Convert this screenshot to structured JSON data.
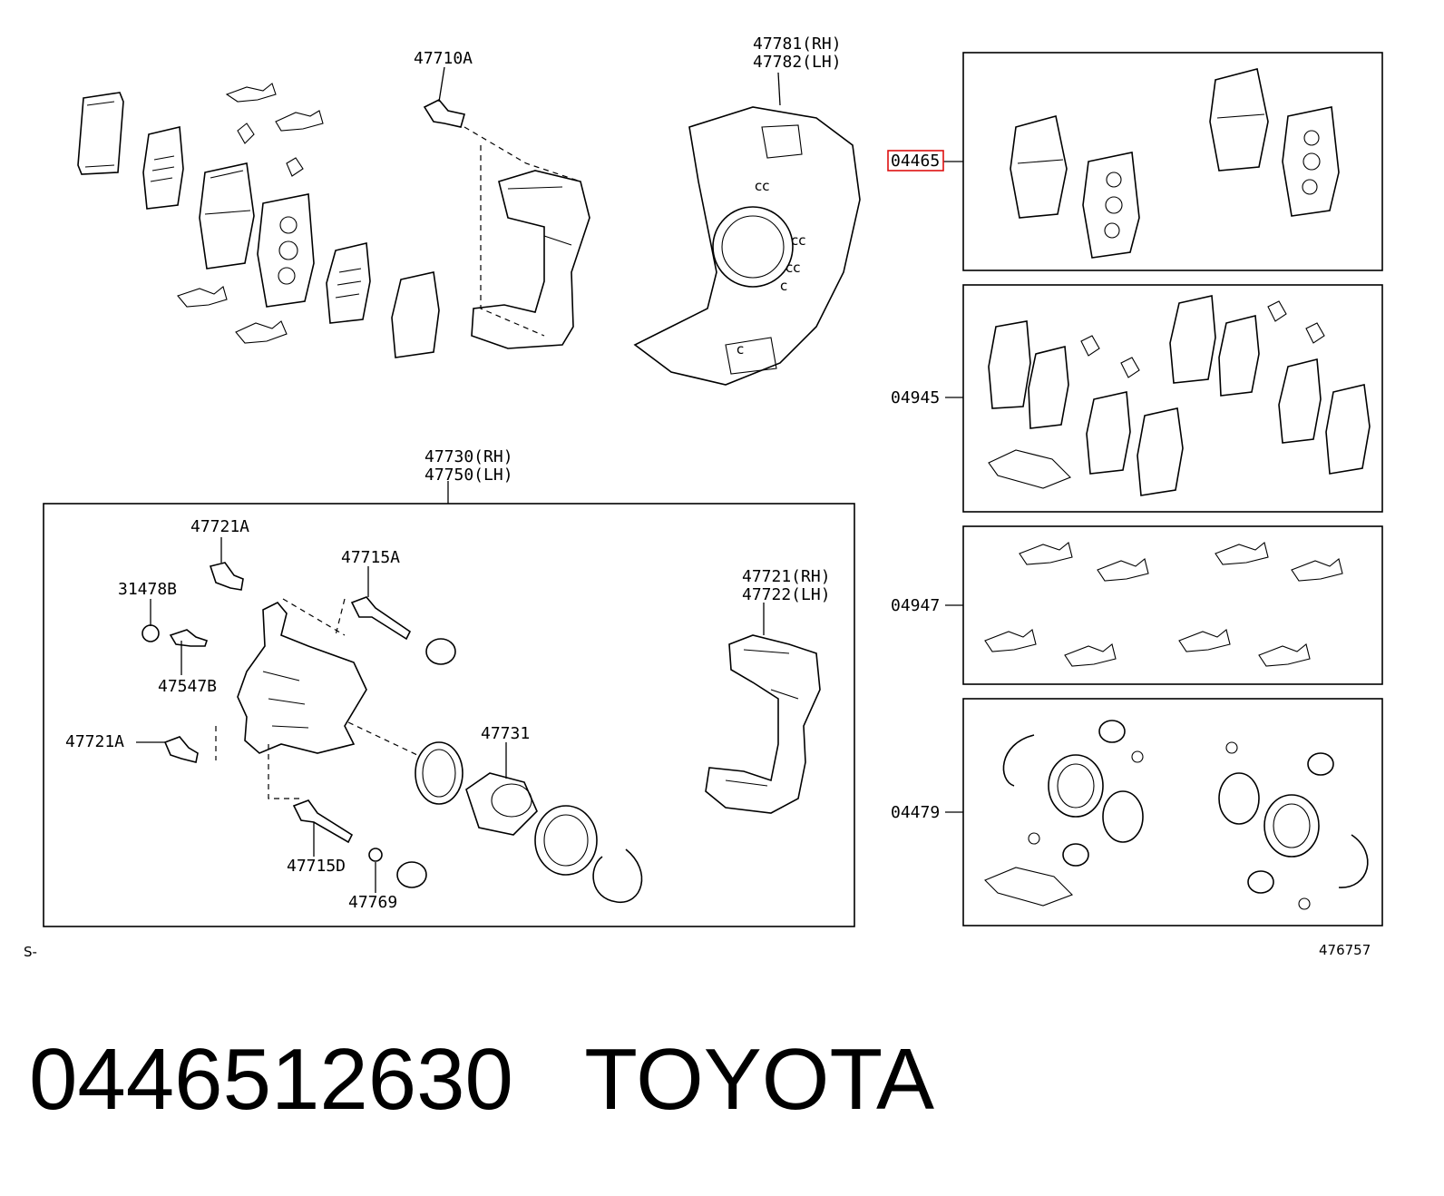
{
  "labels": {
    "bolt_top": "47710A",
    "cover_rh": "47781(RH)",
    "cover_lh": "47782(LH)",
    "pad_kit": "04465",
    "shim_kit": "04945",
    "clip_kit": "04947",
    "cyl_kit": "04479",
    "caliper_rh": "47730(RH)",
    "caliper_lh": "47750(LH)",
    "bolt_a1": "47721A",
    "bleeder_cap": "31478B",
    "pin_a": "47715A",
    "bleeder": "47547B",
    "bolt_a2": "47721A",
    "piston": "47731",
    "pin_d": "47715D",
    "boot": "47769",
    "bracket_rh": "47721(RH)",
    "bracket_lh": "47722(LH)",
    "corner_left": "S-",
    "corner_right": "476757"
  },
  "footer": {
    "part_number": "0446512630",
    "brand": "TOYOTA"
  },
  "colors": {
    "highlight": "#d11111",
    "ink": "#000000"
  }
}
